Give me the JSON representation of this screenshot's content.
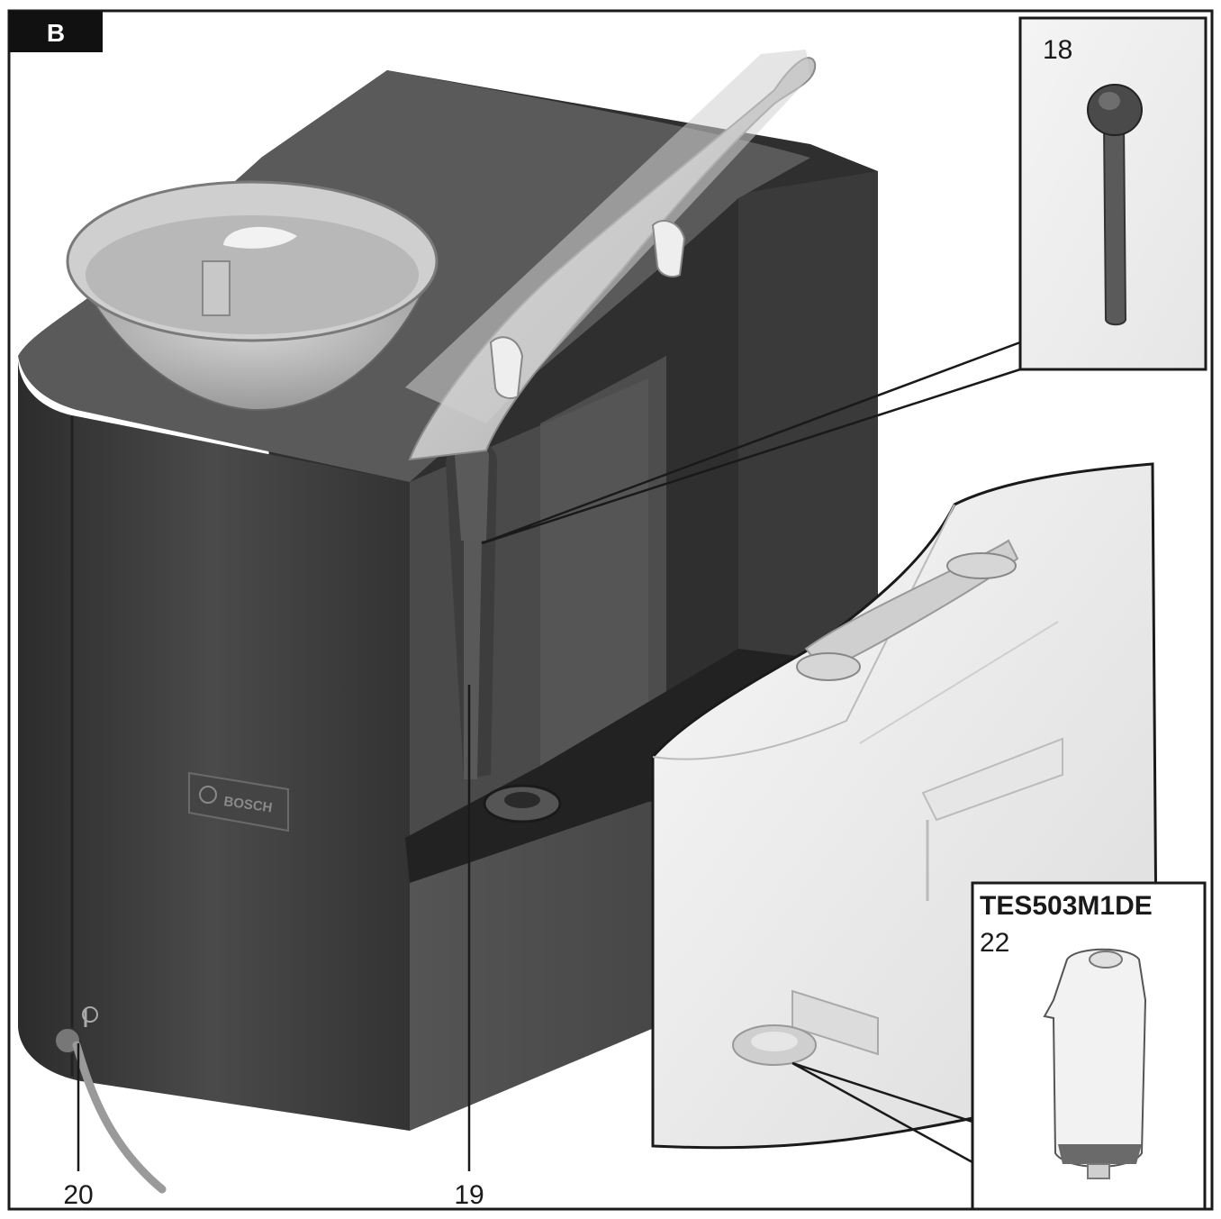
{
  "figure": {
    "section_label": "B",
    "brand_plate": "BOSCH",
    "callouts": {
      "spoon": "18",
      "water_tank": "19",
      "power_cord": "20",
      "filter": "22"
    },
    "filter_inset_title": "TES503M1DE"
  },
  "colors": {
    "machine_body": "#3c3c3c",
    "tank_body": "#f2f2f2",
    "lid": "#bdbdbd",
    "frame": "#1a1a1a"
  }
}
